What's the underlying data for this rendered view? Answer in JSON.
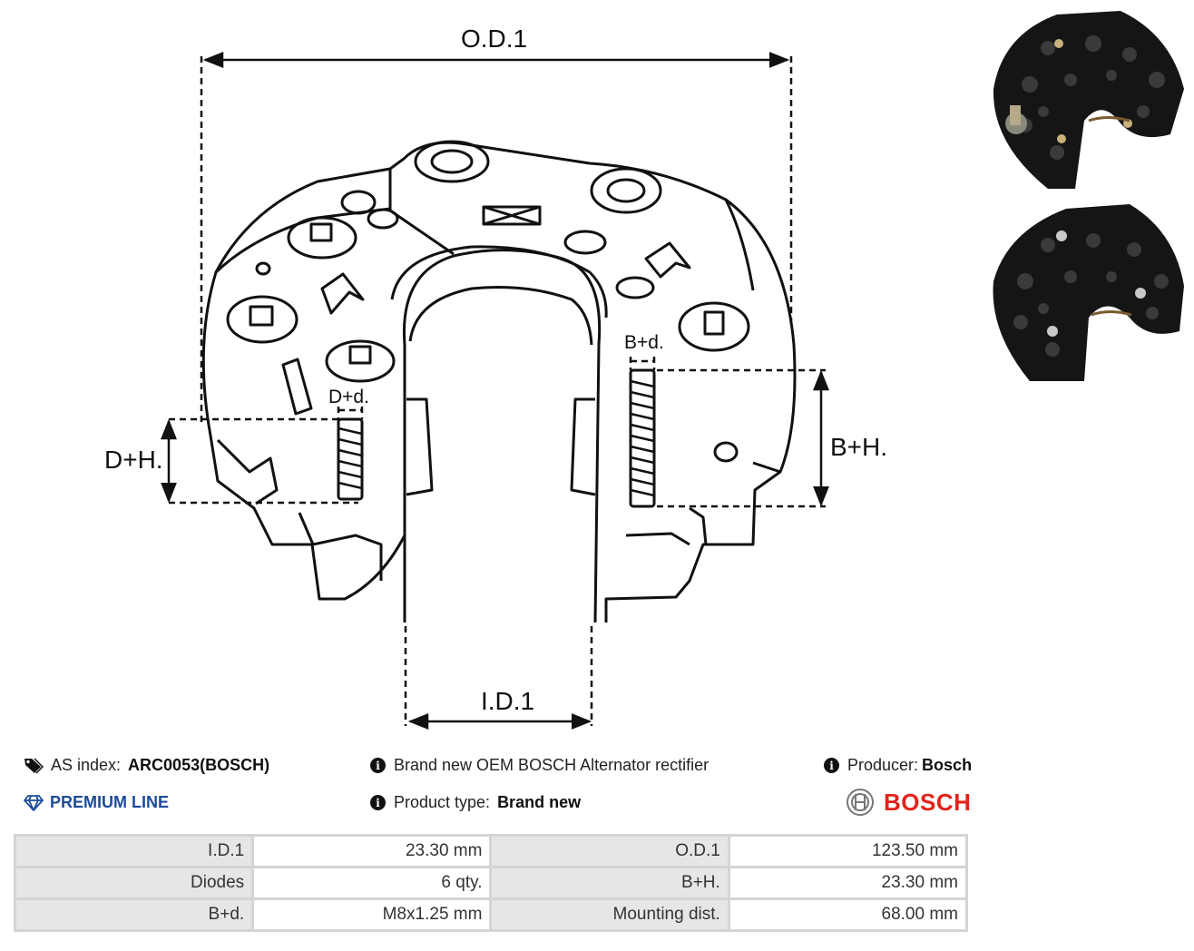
{
  "diagram": {
    "labels": {
      "od": "O.D.1",
      "id": "I.D.1",
      "dh": "D+H.",
      "bh": "B+H.",
      "dd": "D+d.",
      "bd": "B+d."
    }
  },
  "info": {
    "as_index_label": "AS index:",
    "as_index_value": "ARC0053(BOSCH)",
    "premium": "PREMIUM LINE",
    "description": "Brand new OEM BOSCH Alternator rectifier",
    "product_type_label": "Product type:",
    "product_type_value": "Brand new",
    "producer_label": "Producer:",
    "producer_value": "Bosch",
    "brand_logo": "BOSCH"
  },
  "specs": {
    "rows": [
      {
        "k1": "I.D.1",
        "v1": "23.30 mm",
        "k2": "O.D.1",
        "v2": "123.50 mm"
      },
      {
        "k1": "Diodes",
        "v1": "6 qty.",
        "k2": "B+H.",
        "v2": "23.30 mm"
      },
      {
        "k1": "B+d.",
        "v1": "M8x1.25 mm",
        "k2": "Mounting dist.",
        "v2": "68.00 mm"
      }
    ]
  },
  "icons": {
    "tag": "tag-icon",
    "diamond": "diamond-icon",
    "info": "info-icon",
    "bosch": "bosch-logo-icon"
  },
  "colors": {
    "premium": "#1c4c9a",
    "bosch_red": "#e2231a",
    "table_key_bg": "#e6e6e6",
    "table_border": "#d4d4d4"
  }
}
